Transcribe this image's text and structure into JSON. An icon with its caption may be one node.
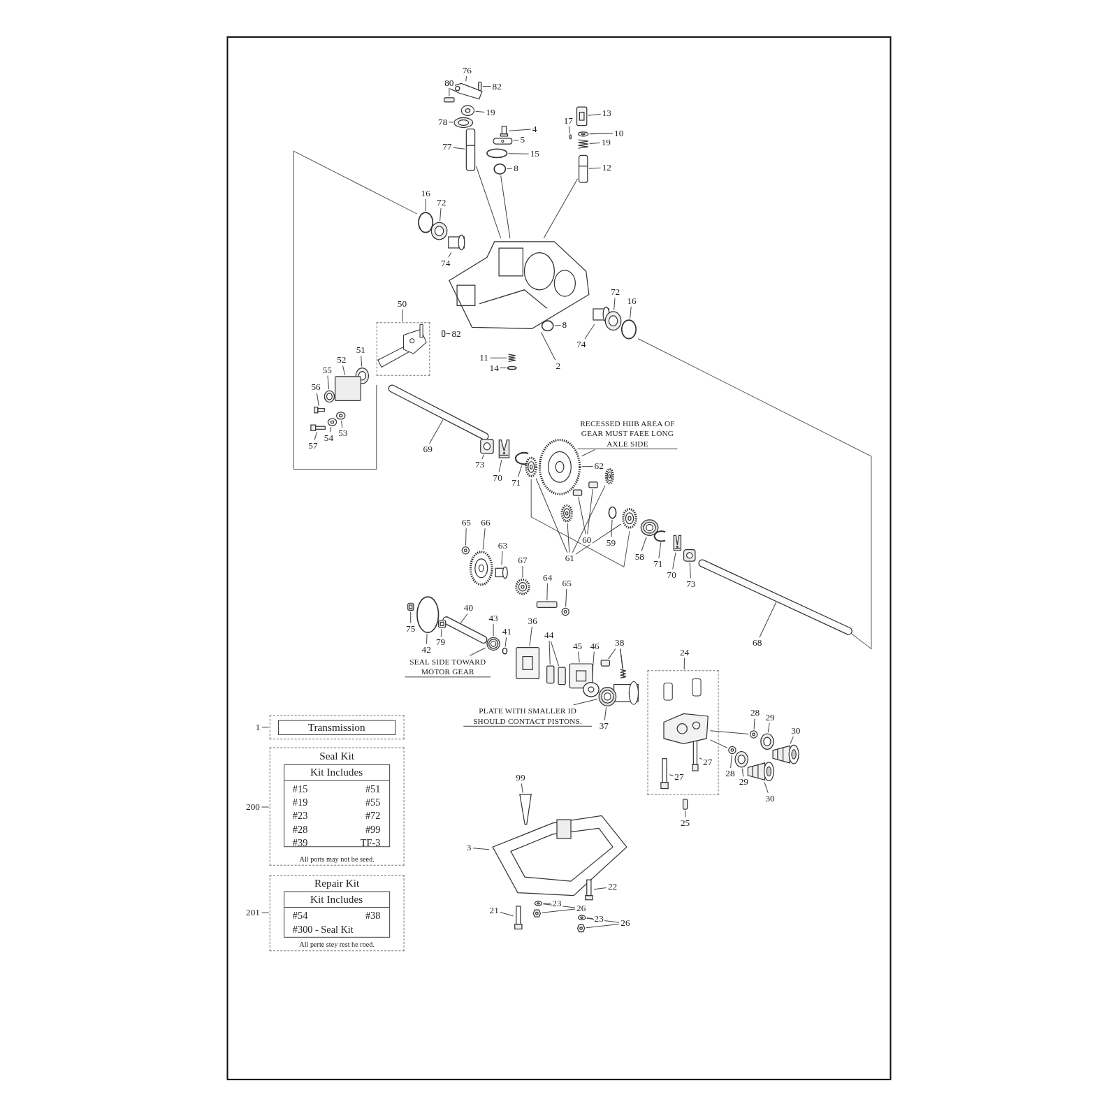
{
  "diagram": {
    "nodes": [
      {
        "text": [
          "76"
        ]
      },
      {
        "text": [],
        "shape": "picture"
      },
      {
        "text": [
          "80"
        ]
      },
      {
        "text": [],
        "shape": "box"
      },
      {
        "text": [
          "82"
        ]
      },
      {
        "text": [],
        "shape": "box"
      },
      {
        "text": [
          "19"
        ]
      },
      {
        "text": [],
        "shape": "picture"
      },
      {
        "text": [
          "78"
        ]
      },
      {
        "text": [],
        "shape": "picture"
      },
      {
        "text": [
          "77"
        ]
      },
      {
        "text": [],
        "shape": "picture"
      },
      {
        "text": [
          "4"
        ]
      },
      {
        "text": [],
        "shape": "picture"
      },
      {
        "text": [
          "5"
        ]
      },
      {
        "text": [],
        "shape": "picture"
      },
      {
        "text": [
          "15"
        ]
      },
      {
        "text": [],
        "shape": "circle"
      },
      {
        "text": [
          "8"
        ]
      },
      {
        "text": [],
        "shape": "circle"
      },
      {
        "text": [
          "13"
        ]
      },
      {
        "text": [],
        "shape": "picture"
      },
      {
        "text": [
          "17"
        ]
      },
      {
        "text": [],
        "shape": "box"
      },
      {
        "text": [
          "10"
        ]
      },
      {
        "text": [],
        "shape": "picture"
      },
      {
        "text": [
          "19"
        ]
      },
      {
        "text": [],
        "shape": "picture"
      },
      {
        "text": [
          "12"
        ]
      },
      {
        "text": [],
        "shape": "picture"
      },
      {
        "text": [
          "16"
        ]
      },
      {
        "text": [],
        "shape": "circle"
      },
      {
        "text": [
          "72"
        ]
      },
      {
        "text": [],
        "shape": "picture"
      },
      {
        "text": [
          "74"
        ]
      },
      {
        "text": [],
        "shape": "cylinder"
      },
      {
        "text": [],
        "shape": "picture"
      },
      {
        "text": [
          "82"
        ]
      },
      {
        "text": [],
        "shape": "box"
      },
      {
        "text": [
          "8"
        ]
      },
      {
        "text": [],
        "shape": "circle"
      },
      {
        "text": [
          "74"
        ]
      },
      {
        "text": [],
        "shape": "cylinder"
      },
      {
        "text": [
          "72"
        ]
      },
      {
        "text": [],
        "shape": "picture"
      },
      {
        "text": [
          "16"
        ]
      },
      {
        "text": [],
        "shape": "circle"
      },
      {
        "text": [
          "2"
        ]
      },
      {
        "text": [
          "11"
        ]
      },
      {
        "text": [],
        "shape": "picture"
      },
      {
        "text": [
          "14"
        ]
      },
      {
        "text": [],
        "shape": "circle"
      },
      {
        "text": [
          "50"
        ]
      },
      {
        "text": [],
        "shape": "box"
      },
      {
        "text": [
          "51"
        ]
      },
      {
        "text": [],
        "shape": "picture"
      },
      {
        "text": [
          "52"
        ]
      },
      {
        "text": [],
        "shape": "box"
      },
      {
        "text": [
          "55"
        ]
      },
      {
        "text": [],
        "shape": "picture"
      },
      {
        "text": [
          "56"
        ]
      },
      {
        "text": [],
        "shape": "picture"
      },
      {
        "text": [
          "53"
        ]
      },
      {
        "text": [],
        "shape": "picture"
      },
      {
        "text": [
          "54"
        ]
      },
      {
        "text": [],
        "shape": "picture"
      },
      {
        "text": [
          "57"
        ]
      },
      {
        "text": [],
        "shape": "picture"
      },
      {
        "text": [
          "69"
        ]
      },
      {
        "text": [],
        "shape": "picture"
      },
      {
        "text": [
          "73"
        ]
      },
      {
        "text": [],
        "shape": "picture"
      },
      {
        "text": [
          "70"
        ]
      },
      {
        "text": [],
        "shape": "picture"
      },
      {
        "text": [
          "71"
        ]
      },
      {
        "text": [],
        "shape": "picture"
      },
      {
        "text": [
          "RECESSED HIIB AREA OF GEAR MUST FAEE LONG AXLE SIDE"
        ]
      },
      {
        "text": [],
        "shape": "picture"
      },
      {
        "text": [
          "62"
        ]
      },
      {
        "text": [
          "60"
        ]
      },
      {
        "text": [],
        "shape": "box"
      },
      {
        "text": [],
        "shape": "box"
      },
      {
        "text": [
          "61"
        ]
      },
      {
        "text": [],
        "shape": "picture"
      },
      {
        "text": [],
        "shape": "picture"
      },
      {
        "text": [],
        "shape": "picture"
      },
      {
        "text": [],
        "shape": "picture"
      },
      {
        "text": [
          "59"
        ]
      },
      {
        "text": [],
        "shape": "circle"
      },
      {
        "text": [
          "58"
        ]
      },
      {
        "text": [],
        "shape": "picture"
      },
      {
        "text": [
          "71"
        ]
      },
      {
        "text": [],
        "shape": "picture"
      },
      {
        "text": [
          "70"
        ]
      },
      {
        "text": [],
        "shape": "picture"
      },
      {
        "text": [
          "73"
        ]
      },
      {
        "text": [],
        "shape": "picture"
      },
      {
        "text": [
          "68"
        ]
      },
      {
        "text": [],
        "shape": "picture"
      },
      {
        "text": [
          "65"
        ]
      },
      {
        "text": [],
        "shape": "picture"
      },
      {
        "text": [
          "66"
        ]
      },
      {
        "text": [],
        "shape": "picture"
      },
      {
        "text": [
          "63"
        ]
      },
      {
        "text": [],
        "shape": "cylinder"
      },
      {
        "text": [
          "67"
        ]
      },
      {
        "text": [],
        "shape": "picture"
      },
      {
        "text": [
          "64"
        ]
      },
      {
        "text": [],
        "shape": "box"
      },
      {
        "text": [
          "65"
        ]
      },
      {
        "text": [],
        "shape": "picture"
      },
      {
        "text": [
          "40"
        ]
      },
      {
        "text": [],
        "shape": "picture"
      },
      {
        "text": [
          "75"
        ]
      },
      {
        "text": [],
        "shape": "picture"
      },
      {
        "text": [
          "42"
        ]
      },
      {
        "text": [],
        "shape": "circle"
      },
      {
        "text": [
          "79"
        ]
      },
      {
        "text": [],
        "shape": "picture"
      },
      {
        "text": [
          "43"
        ]
      },
      {
        "text": [],
        "shape": "picture"
      },
      {
        "text": [
          "41"
        ]
      },
      {
        "text": [],
        "shape": "circle"
      },
      {
        "text": [
          "SEAL SIDE TOWARD MOTOR GEAR"
        ]
      },
      {
        "text": [
          "36"
        ]
      },
      {
        "text": [],
        "shape": "picture"
      },
      {
        "text": [
          "44"
        ]
      },
      {
        "text": [],
        "shape": "box"
      },
      {
        "text": [],
        "shape": "box"
      },
      {
        "text": [
          "45"
        ]
      },
      {
        "text": [],
        "shape": "picture"
      },
      {
        "text": [
          "46"
        ]
      },
      {
        "text": [],
        "shape": "picture"
      },
      {
        "text": [
          "38"
        ]
      },
      {
        "text": [],
        "shape": "box"
      },
      {
        "text": [],
        "shape": "picture"
      },
      {
        "text": [],
        "shape": "cylinder"
      },
      {
        "text": [
          "PLATE WITH SMALLER ID SHOULD CONTACT PISTONS."
        ]
      },
      {
        "text": [],
        "shape": "picture"
      },
      {
        "text": [
          "37"
        ]
      },
      {
        "text": [
          "24"
        ]
      },
      {
        "text": [],
        "shape": "box"
      },
      {
        "text": [
          "27"
        ],
        "in": 141
      },
      {
        "text": [],
        "shape": "picture",
        "in": 141
      },
      {
        "text": [
          "27"
        ],
        "in": 141
      },
      {
        "text": [],
        "shape": "picture",
        "in": 141
      },
      {
        "text": [
          "28"
        ]
      },
      {
        "text": [],
        "shape": "picture"
      },
      {
        "text": [
          "29"
        ]
      },
      {
        "text": [],
        "shape": "picture"
      },
      {
        "text": [
          "30"
        ]
      },
      {
        "text": [],
        "shape": "picture"
      },
      {
        "text": [
          "28"
        ]
      },
      {
        "text": [],
        "shape": "picture"
      },
      {
        "text": [
          "29"
        ]
      },
      {
        "text": [],
        "shape": "picture"
      },
      {
        "text": [
          "30"
        ]
      },
      {
        "text": [],
        "shape": "picture"
      },
      {
        "text": [
          "25"
        ]
      },
      {
        "text": [],
        "shape": "box"
      },
      {
        "text": [
          "99"
        ]
      },
      {
        "text": [],
        "shape": "picture"
      },
      {
        "text": [
          "3"
        ]
      },
      {
        "text": [],
        "shape": "picture"
      },
      {
        "text": [
          "22"
        ]
      },
      {
        "text": [],
        "shape": "picture"
      },
      {
        "text": [
          "21"
        ]
      },
      {
        "text": [],
        "shape": "picture"
      },
      {
        "text": [
          "23"
        ]
      },
      {
        "text": [],
        "shape": "picture"
      },
      {
        "text": [],
        "shape": "picture"
      },
      {
        "text": [
          "26"
        ]
      },
      {
        "text": [
          "23"
        ]
      },
      {
        "text": [],
        "shape": "picture"
      },
      {
        "text": [],
        "shape": "picture"
      },
      {
        "text": [
          "26"
        ]
      },
      {
        "text": [
          "1"
        ]
      },
      {
        "text": [],
        "shape": "box"
      },
      {
        "text": [
          "Transmission"
        ],
        "in": 177
      },
      {
        "text": [
          "200"
        ]
      },
      {
        "text": [
          "Seal Kit",
          "All ports may not be seed."
        ]
      },
      {
        "text": [
          "Kit Includes",
          "#15",
          "#51",
          "#19",
          "#55",
          "#23",
          "#72",
          "#28",
          "#99",
          "#39",
          "TF-3"
        ],
        "in": 180
      },
      {
        "text": [
          "201"
        ]
      },
      {
        "text": [
          "Repair Kit",
          "All perte stey rest he roed."
        ]
      },
      {
        "text": [
          "Kit Includes",
          "#54",
          "#38",
          "#300 - Seal Kit"
        ],
        "in": 183
      },
      {
        "text": [],
        "shape": "picture",
        "in": 141
      }
    ],
    "edges": [
      {
        "from": 0,
        "to": 1,
        "arrow": "none"
      },
      {
        "from": 2,
        "to": 3,
        "arrow": "none"
      },
      {
        "from": 4,
        "to": 5,
        "arrow": "none"
      },
      {
        "from": 6,
        "to": 7,
        "arrow": "none"
      },
      {
        "from": 8,
        "to": 9,
        "arrow": "none"
      },
      {
        "from": 10,
        "to": 11,
        "arrow": "none"
      },
      {
        "from": 12,
        "to": 13,
        "arrow": "none"
      },
      {
        "from": 14,
        "to": 15,
        "arrow": "none"
      },
      {
        "from": 16,
        "to": 17,
        "arrow": "none"
      },
      {
        "from": 18,
        "to": 19,
        "arrow": "none"
      },
      {
        "from": 20,
        "to": 21,
        "arrow": "none"
      },
      {
        "from": 22,
        "to": 23,
        "arrow": "none"
      },
      {
        "from": 24,
        "to": 25,
        "arrow": "none"
      },
      {
        "from": 26,
        "to": 27,
        "arrow": "none"
      },
      {
        "from": 28,
        "to": 29,
        "arrow": "none"
      },
      {
        "from": 30,
        "to": 31,
        "arrow": "none"
      },
      {
        "from": 32,
        "to": 33,
        "arrow": "none"
      },
      {
        "from": 34,
        "to": 35,
        "arrow": "none"
      },
      {
        "from": 37,
        "to": 38,
        "arrow": "none"
      },
      {
        "from": 39,
        "to": 40,
        "arrow": "none"
      },
      {
        "from": 41,
        "to": 42,
        "arrow": "none"
      },
      {
        "from": 43,
        "to": 44,
        "arrow": "none"
      },
      {
        "from": 45,
        "to": 46,
        "arrow": "none"
      },
      {
        "from": 47,
        "to": 36,
        "arrow": "none"
      },
      {
        "from": 48,
        "to": 49,
        "arrow": "none"
      },
      {
        "from": 50,
        "to": 51,
        "arrow": "none"
      },
      {
        "from": 52,
        "to": 53,
        "arrow": "none"
      },
      {
        "from": 54,
        "to": 55,
        "arrow": "none"
      },
      {
        "from": 56,
        "to": 57,
        "arrow": "none"
      },
      {
        "from": 58,
        "to": 59,
        "arrow": "none"
      },
      {
        "from": 60,
        "to": 61,
        "arrow": "none"
      },
      {
        "from": 62,
        "to": 63,
        "arrow": "none"
      },
      {
        "from": 64,
        "to": 65,
        "arrow": "none"
      },
      {
        "from": 66,
        "to": 67,
        "arrow": "none"
      },
      {
        "from": 68,
        "to": 69,
        "arrow": "none"
      },
      {
        "from": 70,
        "to": 71,
        "arrow": "none"
      },
      {
        "from": 72,
        "to": 73,
        "arrow": "none"
      },
      {
        "from": 74,
        "to": 75,
        "arrow": "none"
      },
      {
        "from": 76,
        "to": 77,
        "arrow": "none"
      },
      {
        "from": 78,
        "to": 77,
        "arrow": "none"
      },
      {
        "from": 79,
        "to": 80,
        "arrow": "none"
      },
      {
        "from": 79,
        "to": 81,
        "arrow": "none"
      },
      {
        "from": 82,
        "to": 83,
        "arrow": "none"
      },
      {
        "from": 82,
        "to": 84,
        "arrow": "none"
      },
      {
        "from": 82,
        "to": 85,
        "arrow": "none"
      },
      {
        "from": 82,
        "to": 86,
        "arrow": "none"
      },
      {
        "from": 87,
        "to": 88,
        "arrow": "none"
      },
      {
        "from": 89,
        "to": 90,
        "arrow": "none"
      },
      {
        "from": 91,
        "to": 92,
        "arrow": "none"
      },
      {
        "from": 93,
        "to": 94,
        "arrow": "none"
      },
      {
        "from": 95,
        "to": 96,
        "arrow": "none"
      },
      {
        "from": 97,
        "to": 98,
        "arrow": "none"
      },
      {
        "from": 99,
        "to": 100,
        "arrow": "none"
      },
      {
        "from": 101,
        "to": 102,
        "arrow": "none"
      },
      {
        "from": 103,
        "to": 104,
        "arrow": "none"
      },
      {
        "from": 105,
        "to": 106,
        "arrow": "none"
      },
      {
        "from": 107,
        "to": 108,
        "arrow": "none"
      },
      {
        "from": 109,
        "to": 110,
        "arrow": "none"
      },
      {
        "from": 111,
        "to": 112,
        "arrow": "none"
      },
      {
        "from": 113,
        "to": 114,
        "arrow": "none"
      },
      {
        "from": 115,
        "to": 116,
        "arrow": "none"
      },
      {
        "from": 117,
        "to": 118,
        "arrow": "none"
      },
      {
        "from": 119,
        "to": 120,
        "arrow": "none"
      },
      {
        "from": 121,
        "to": 122,
        "arrow": "none"
      },
      {
        "from": 123,
        "to": 120,
        "arrow": "none"
      },
      {
        "from": 124,
        "to": 125,
        "arrow": "none"
      },
      {
        "from": 126,
        "to": 127,
        "arrow": "none"
      },
      {
        "from": 126,
        "to": 128,
        "arrow": "none"
      },
      {
        "from": 129,
        "to": 130,
        "arrow": "none"
      },
      {
        "from": 131,
        "to": 132,
        "arrow": "none"
      },
      {
        "from": 133,
        "to": 134,
        "arrow": "none"
      },
      {
        "from": 133,
        "to": 135,
        "arrow": "none"
      },
      {
        "from": 133,
        "to": 136,
        "arrow": "none"
      },
      {
        "from": 137,
        "to": 138,
        "arrow": "none"
      },
      {
        "from": 139,
        "to": 138,
        "arrow": "none"
      },
      {
        "from": 140,
        "to": 141,
        "arrow": "none"
      },
      {
        "from": 142,
        "to": 143,
        "arrow": "none"
      },
      {
        "from": 144,
        "to": 145,
        "arrow": "none"
      },
      {
        "from": 146,
        "to": 147,
        "arrow": "none"
      },
      {
        "from": 148,
        "to": 149,
        "arrow": "none"
      },
      {
        "from": 150,
        "to": 151,
        "arrow": "none"
      },
      {
        "from": 152,
        "to": 153,
        "arrow": "none"
      },
      {
        "from": 154,
        "to": 155,
        "arrow": "none"
      },
      {
        "from": 156,
        "to": 157,
        "arrow": "none"
      },
      {
        "from": 158,
        "to": 159,
        "arrow": "none"
      },
      {
        "from": 160,
        "to": 161,
        "arrow": "none"
      },
      {
        "from": 162,
        "to": 163,
        "arrow": "none"
      },
      {
        "from": 164,
        "to": 165,
        "arrow": "none"
      },
      {
        "from": 166,
        "to": 167,
        "arrow": "none"
      },
      {
        "from": 168,
        "to": 169,
        "arrow": "none"
      },
      {
        "from": 171,
        "to": 169,
        "arrow": "none"
      },
      {
        "from": 171,
        "to": 170,
        "arrow": "none"
      },
      {
        "from": 172,
        "to": 173,
        "arrow": "none"
      },
      {
        "from": 175,
        "to": 173,
        "arrow": "none"
      },
      {
        "from": 175,
        "to": 174,
        "arrow": "none"
      },
      {
        "from": 176,
        "to": 177,
        "arrow": "none"
      },
      {
        "from": 179,
        "to": 180,
        "arrow": "none"
      },
      {
        "from": 182,
        "to": 183,
        "arrow": "none"
      },
      {
        "from": 11,
        "to": 36,
        "arrow": "none"
      },
      {
        "from": 19,
        "to": 36,
        "arrow": "none"
      },
      {
        "from": 29,
        "to": 36,
        "arrow": "none"
      },
      {
        "from": 185,
        "to": 147,
        "arrow": "none"
      },
      {
        "from": 185,
        "to": 153,
        "arrow": "none"
      }
    ]
  }
}
